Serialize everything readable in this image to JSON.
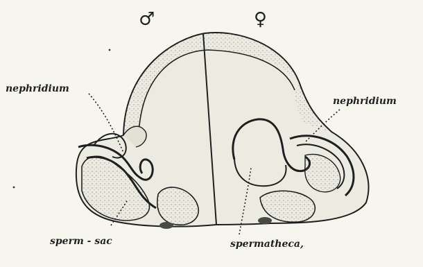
{
  "labels": {
    "male_symbol": "♂",
    "female_symbol": "♀",
    "nephridium_left": "nephridium",
    "nephridium_right": "nephridium",
    "sperm_sac": "sperm - sac",
    "spermatheca": "spermatheca,"
  },
  "colors": {
    "background": "#f6f6ee",
    "ink": "#1f1f1f",
    "tissue_fill": "#e7e6dc"
  }
}
